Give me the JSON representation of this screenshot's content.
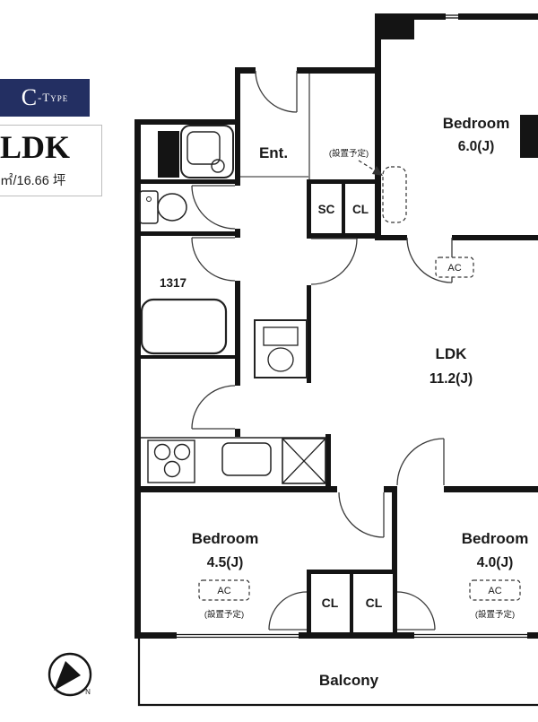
{
  "header": {
    "type_badge_initial": "C",
    "type_badge_suffix": "-Type",
    "layout_name": "LDK",
    "area_text": "㎡/16.66 坪"
  },
  "labels": {
    "entrance": "Ent.",
    "install_note": "(設置予定)",
    "ac": "AC",
    "sc": "SC",
    "closet": "CL",
    "bath_unit": "1317",
    "balcony": "Balcony",
    "compass_north": "N"
  },
  "rooms": {
    "bedroom_main": {
      "name": "Bedroom",
      "size": "6.0(J)"
    },
    "ldk": {
      "name": "LDK",
      "size": "11.2(J)"
    },
    "bedroom_west": {
      "name": "Bedroom",
      "size": "4.5(J)"
    },
    "bedroom_east": {
      "name": "Bedroom",
      "size": "4.0(J)"
    }
  },
  "colors": {
    "banner": "#232f62",
    "wall": "#141414"
  }
}
